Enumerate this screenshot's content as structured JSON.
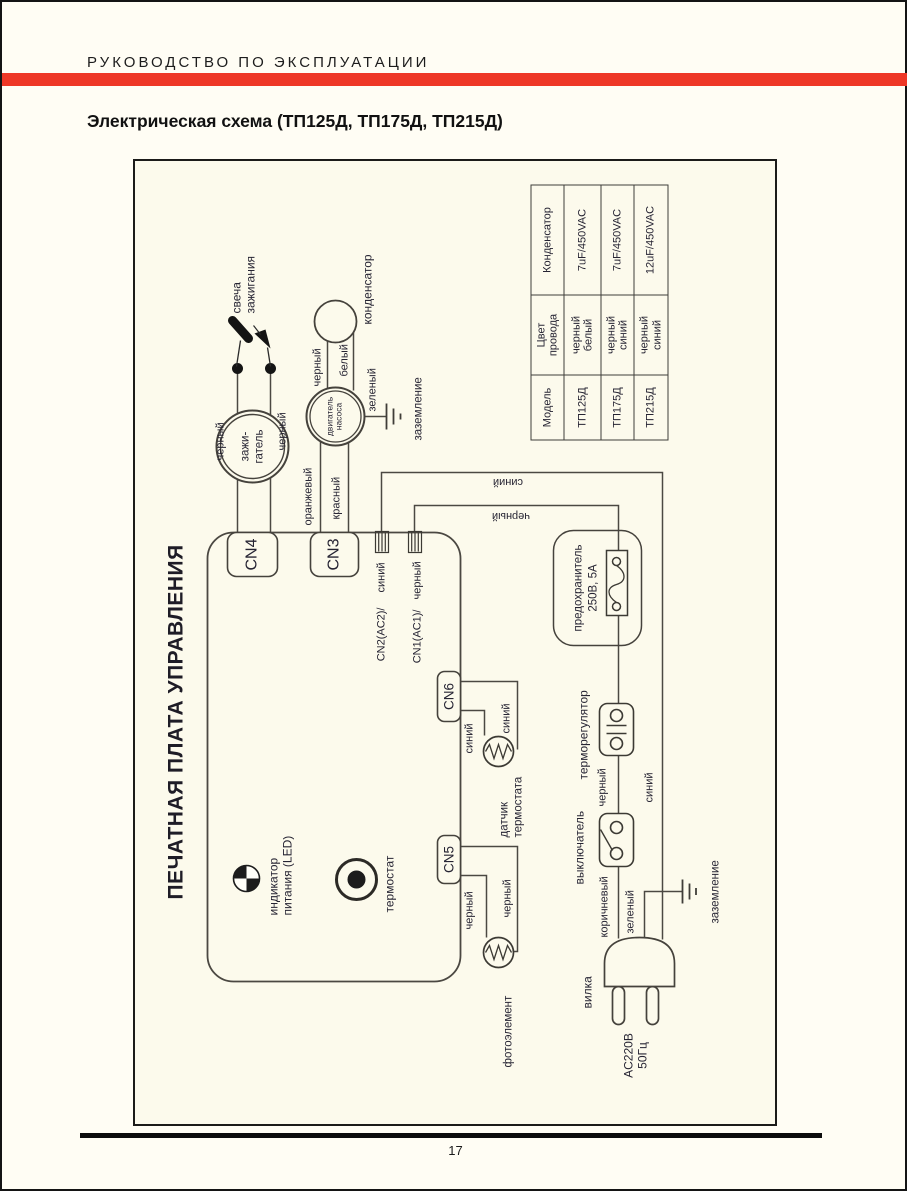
{
  "page": {
    "header_text": "РУКОВОДСТВО ПО ЭКСПЛУАТАЦИИ",
    "doc_title": "Электрическая схема (ТП125Д, ТП175Д, ТП215Д)",
    "page_number": "17",
    "accent_color": "#ee3726"
  },
  "diagram": {
    "pcb": {
      "title": "ПЕЧАТНАЯ ПЛАТА УПРАВЛЕНИЯ",
      "led_label": "индикатор\nпитания (LED)",
      "thermostat_label": "термостат"
    },
    "connectors": {
      "cn4": "CN4",
      "cn3": "CN3",
      "cn5": "CN5",
      "cn6": "CN6",
      "cn2_name": "CN2(AC2)/",
      "cn2_wire": "синий",
      "cn1_name": "CN1(AC1)/",
      "cn1_wire": "черный"
    },
    "ignition": {
      "spark_plug_label": "свеча\nзажигания",
      "igniter_label": "зажи-\nгатель",
      "wire_top": "черный",
      "wire_bottom": "черный"
    },
    "motor": {
      "label": "двигатель\nнасоса",
      "capacitor_label": "конденсатор",
      "wire_black": "черный",
      "wire_white": "белый",
      "wire_green": "зеленый",
      "ground_label": "заземление",
      "wire_orange": "оранжевый",
      "wire_red": "красный"
    },
    "bus": {
      "blue": "синий",
      "black": "черный"
    },
    "fuse": {
      "name": "предохранитель",
      "rating": "250В, 5А"
    },
    "thermoregulator": {
      "label": "терморегулятор",
      "wire_black": "черный"
    },
    "switch": {
      "label": "выключатель",
      "wire_blue": "синий",
      "wire_brown": "коричневый"
    },
    "plug": {
      "label": "вилка",
      "power": "AC220В\n50Гц",
      "wire_green": "зеленый",
      "ground_label": "заземление"
    },
    "sensor": {
      "label": "датчик\nтермостата",
      "wire1": "синий",
      "wire2": "синий"
    },
    "photocell": {
      "label": "фотоэлемент",
      "wire1": "черный",
      "wire2": "черный"
    },
    "table": {
      "headers": [
        "Модель",
        "Цвет\nпровода",
        "Конденсатор"
      ],
      "rows": [
        [
          "ТП125Д",
          "черный\nбелый",
          "7uF/450VAC"
        ],
        [
          "ТП175Д",
          "черный\nсиний",
          "7uF/450VAC"
        ],
        [
          "ТП215Д",
          "черный\nсиний",
          "12uF/450VAC"
        ]
      ]
    }
  }
}
